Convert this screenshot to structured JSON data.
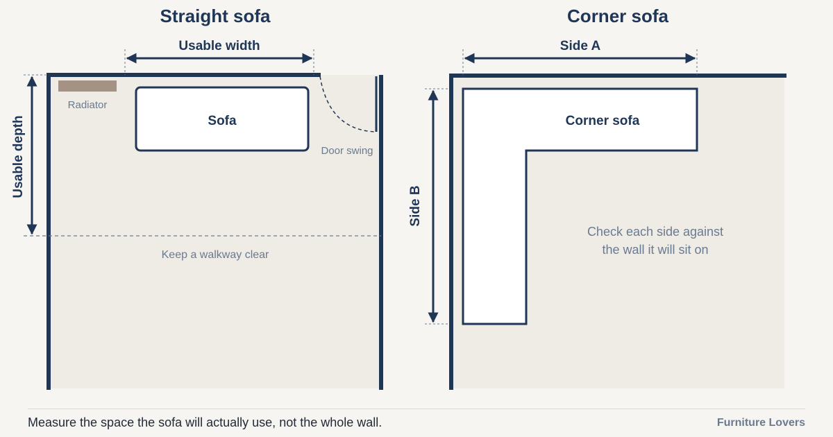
{
  "colors": {
    "navy": "#1f3656",
    "floor": "#efebe5",
    "muted": "#6a7b90",
    "radiator": "#a49285",
    "background": "#f7f5f2"
  },
  "straight": {
    "title": "Straight sofa",
    "width_label": "Usable width",
    "depth_label": "Usable depth",
    "radiator_label": "Radiator",
    "sofa_label": "Sofa",
    "door_label": "Door swing",
    "walkway_label": "Keep a walkway clear"
  },
  "corner": {
    "title": "Corner sofa",
    "side_a_label": "Side A",
    "side_b_label": "Side B",
    "sofa_label": "Corner sofa",
    "note_line1": "Check each side against",
    "note_line2": "the wall it will sit on"
  },
  "footer": {
    "caption": "Measure the space the sofa will actually use, not the whole wall.",
    "brand": "Furniture Lovers"
  }
}
